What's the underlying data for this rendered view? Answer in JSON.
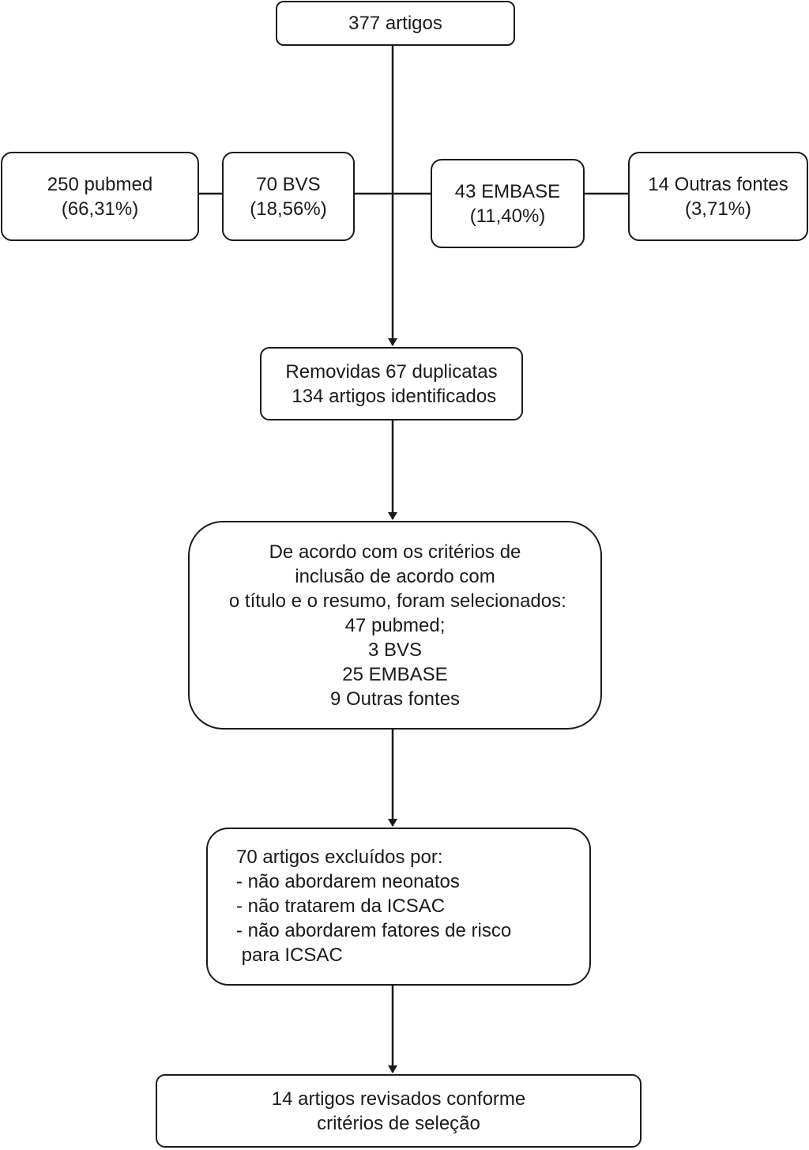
{
  "top": {
    "label": "377 artigos"
  },
  "sources": [
    {
      "name": "250 pubmed",
      "pct": "(66,31%)"
    },
    {
      "name": "70 BVS",
      "pct": "(18,56%)"
    },
    {
      "name": "43 EMBASE",
      "pct": "(11,40%)"
    },
    {
      "name": "14 Outras fontes",
      "pct": "(3,71%)"
    }
  ],
  "dedup": {
    "line1": "Removidas 67 duplicatas",
    "line2": " 134 artigos identificados"
  },
  "selection": {
    "lines": [
      "De acordo com os critérios de",
      "inclusão de acordo com",
      " o título e o resumo, foram selecionados:",
      "47 pubmed;",
      "3 BVS",
      "25 EMBASE",
      "9 Outras fontes"
    ]
  },
  "excluded": {
    "lines": [
      "70 artigos excluídos por:",
      "- não abordarem neonatos",
      "- não tratarem da ICSAC",
      "- não abordarem fatores de risco",
      " para ICSAC"
    ]
  },
  "final": {
    "line1": "14 artigos revisados conforme",
    "line2": "critérios de seleção"
  }
}
